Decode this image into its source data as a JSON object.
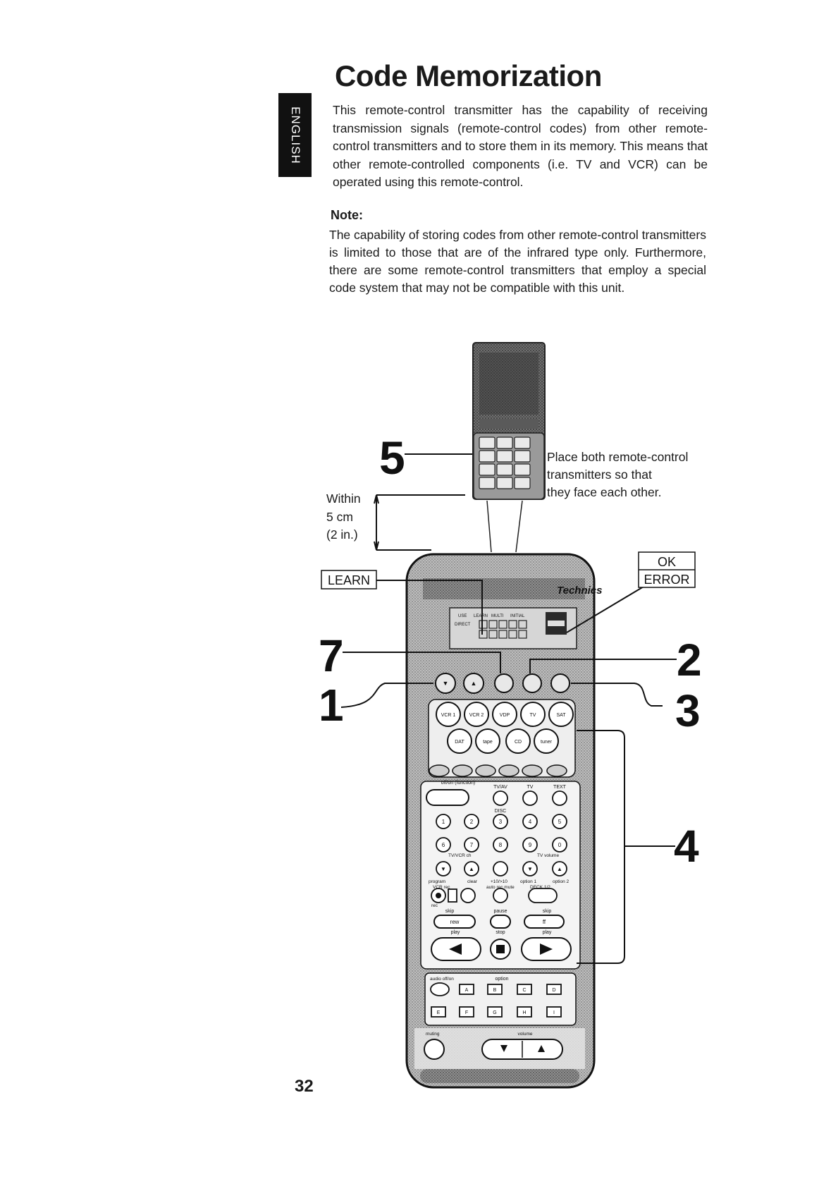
{
  "sidebar": {
    "language_tab": "ENGLISH"
  },
  "header": {
    "title": "Code Memorization"
  },
  "intro": {
    "text": "This remote-control transmitter has the capability of receiving transmission signals (remote-control codes) from other remote-control transmitters and to store them in its memory. This means that other remote-controlled components (i.e. TV and VCR) can be operated using this remote-control."
  },
  "note": {
    "heading": "Note:",
    "text": "The capability of storing codes from other remote-control transmitters is limited to those that are of the infrared type only. Furthermore, there are some remote-control transmitters that employ a special code system that may not be compatible with this unit."
  },
  "diagram": {
    "callouts": {
      "step5": "5",
      "step7": "7",
      "step1": "1",
      "step2": "2",
      "step3": "3",
      "step4": "4"
    },
    "place_note": [
      "Place both remote-control",
      "transmitters so that",
      "they face each other."
    ],
    "distance": [
      "Within",
      "5 cm",
      "(2 in.)"
    ],
    "learn_label": "LEARN",
    "ok_label": "OK",
    "error_label": "ERROR",
    "remote": {
      "brand": "Technics",
      "display_indicators": [
        "USE",
        "LEARN",
        "MULTI",
        "INITIAL"
      ],
      "display_direct": "DIRECT",
      "source_row1": [
        "VCR 1",
        "VCR 2",
        "VDP",
        "TV",
        "SAT"
      ],
      "source_row2": [
        "DAT",
        "tape",
        "CD",
        "tuner"
      ],
      "func_label": "off/on (function)",
      "top_labels": [
        "TV/AV",
        "TV",
        "TEXT"
      ],
      "disc_label": "DISC",
      "number_row1": [
        "1",
        "2",
        "3",
        "4",
        "5"
      ],
      "number_row2": [
        "6",
        "7",
        "8",
        "9",
        "0"
      ],
      "ch_label": "TV/VCR ch",
      "volume_label": "TV volume",
      "row_labels": [
        "program",
        "clear",
        "+10/>10",
        "option 1",
        "option 2"
      ],
      "rec_labels": [
        "VCR rec",
        "auto rec mute",
        "DECK 1/2"
      ],
      "rec_label": "rec",
      "skip_back": "skip",
      "pause_label": "pause",
      "skip_fwd": "skip",
      "rew_label": "rew",
      "ff_label": "ff",
      "play_label": "play",
      "stop_label": "stop",
      "audio_label": "audio off/on",
      "option_label": "option",
      "letters_row1": [
        "A",
        "B",
        "C",
        "D"
      ],
      "letters_row2": [
        "E",
        "F",
        "G",
        "H",
        "I"
      ],
      "muting_label": "muting",
      "volume_bottom": "volume"
    }
  },
  "footer": {
    "page_number": "32"
  }
}
